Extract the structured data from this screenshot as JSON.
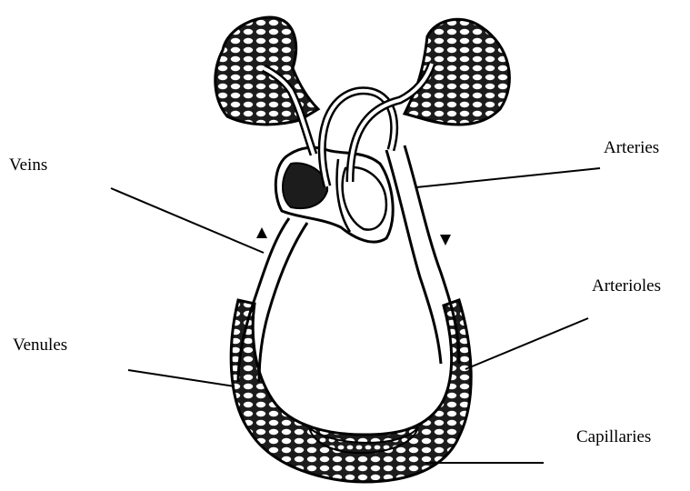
{
  "labels": {
    "veins": "Veins",
    "arteries": "Arteries",
    "arterioles": "Arterioles",
    "venules": "Venules",
    "capillaries": "Capillaries"
  },
  "colors": {
    "ink": "#000000",
    "paper": "#ffffff",
    "network_fill": "#2b2b2b"
  }
}
